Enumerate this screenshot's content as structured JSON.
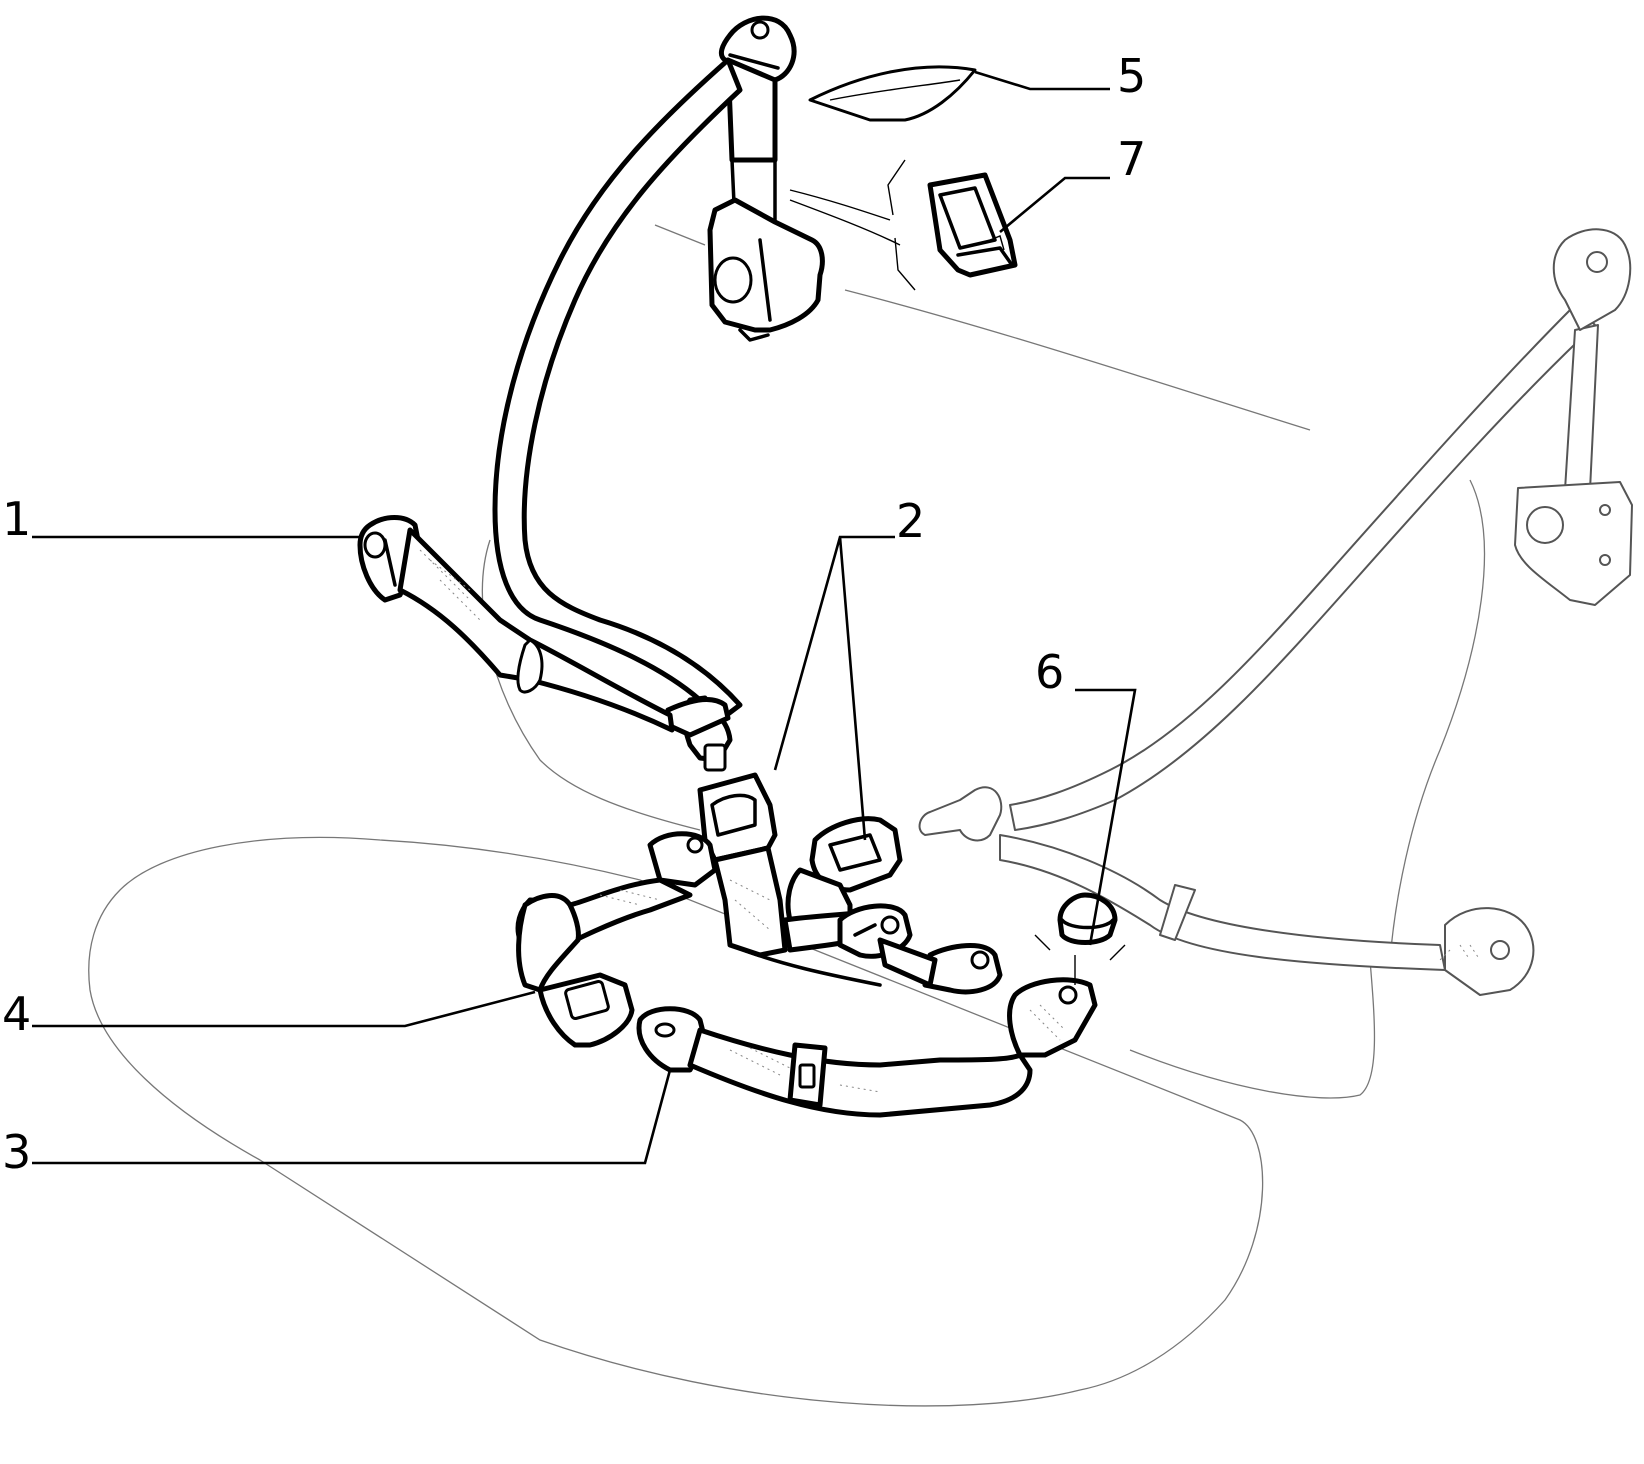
{
  "callouts": [
    {
      "id": "1",
      "label": "1"
    },
    {
      "id": "2",
      "label": "2"
    },
    {
      "id": "3",
      "label": "3"
    },
    {
      "id": "4",
      "label": "4"
    },
    {
      "id": "5",
      "label": "5"
    },
    {
      "id": "6",
      "label": "6"
    },
    {
      "id": "7",
      "label": "7"
    }
  ],
  "colors": {
    "ink": "#000000",
    "paper": "#ffffff",
    "ghost_line": "#777777"
  }
}
